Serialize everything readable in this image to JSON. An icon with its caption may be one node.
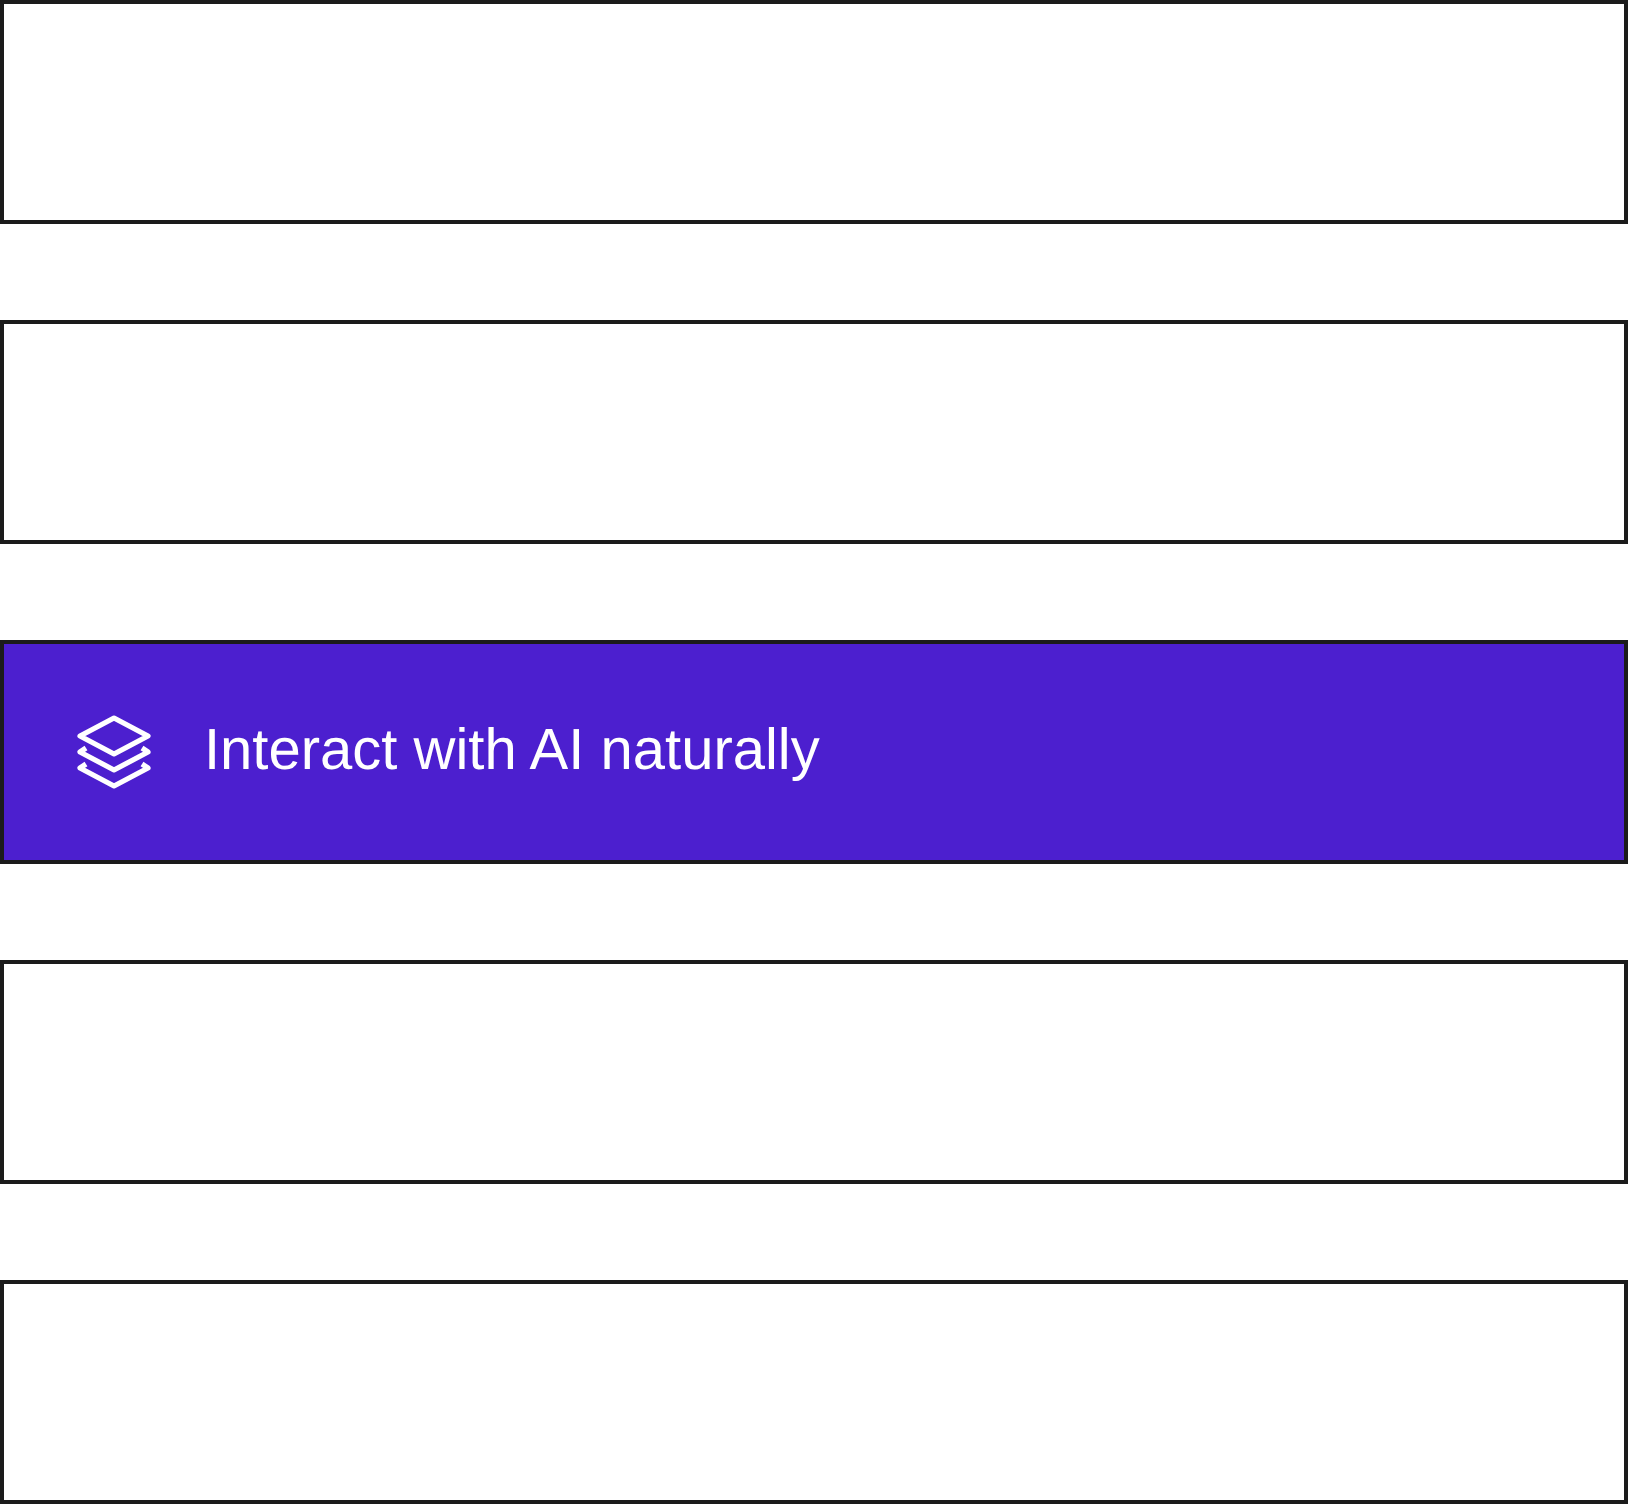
{
  "diagram": {
    "nodes": [
      {
        "text": [],
        "shape": "box"
      },
      {
        "text": [],
        "shape": "box"
      },
      {
        "text": [
          "Interact with AI naturally"
        ]
      },
      {
        "text": [],
        "shape": "box"
      },
      {
        "text": [],
        "shape": "box"
      }
    ]
  }
}
